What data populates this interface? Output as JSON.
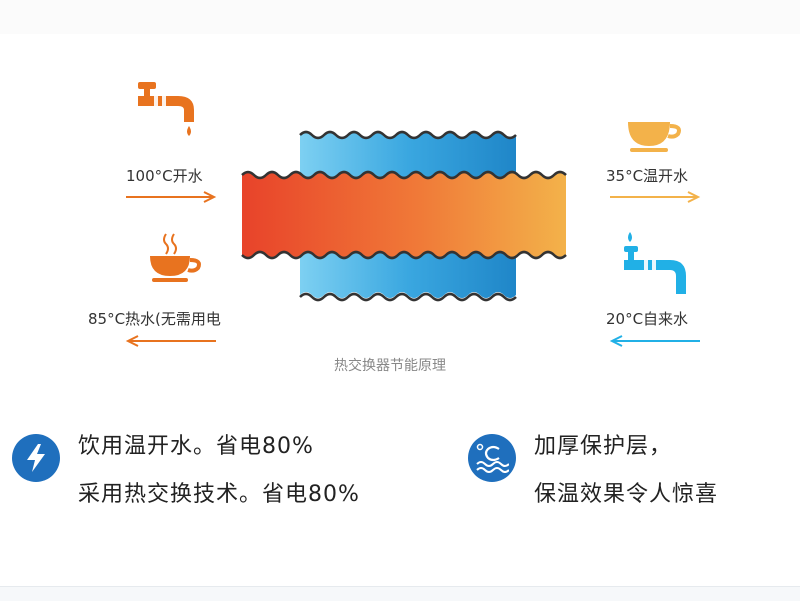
{
  "labels": {
    "hot_in": "100°C开水",
    "warm_out": "85°C热水(无需用电",
    "warm_cup": "35°C温开水",
    "cold_in": "20°C自来水",
    "caption": "热交换器节能原理"
  },
  "features": {
    "left_line1": "饮用温开水。省电80%",
    "left_line2": "采用热交换技术。省电80%",
    "right_line1": "加厚保护层，",
    "right_line2": "保温效果令人惊喜"
  },
  "icons": {
    "lightning": "lightning-icon",
    "temperature": "temperature-wave-icon"
  },
  "colors": {
    "hot_orange": "#e8731f",
    "cold_blue": "#21b0e6",
    "warm_yellow": "#f3b24a",
    "badge_blue": "#1f6fbd"
  }
}
